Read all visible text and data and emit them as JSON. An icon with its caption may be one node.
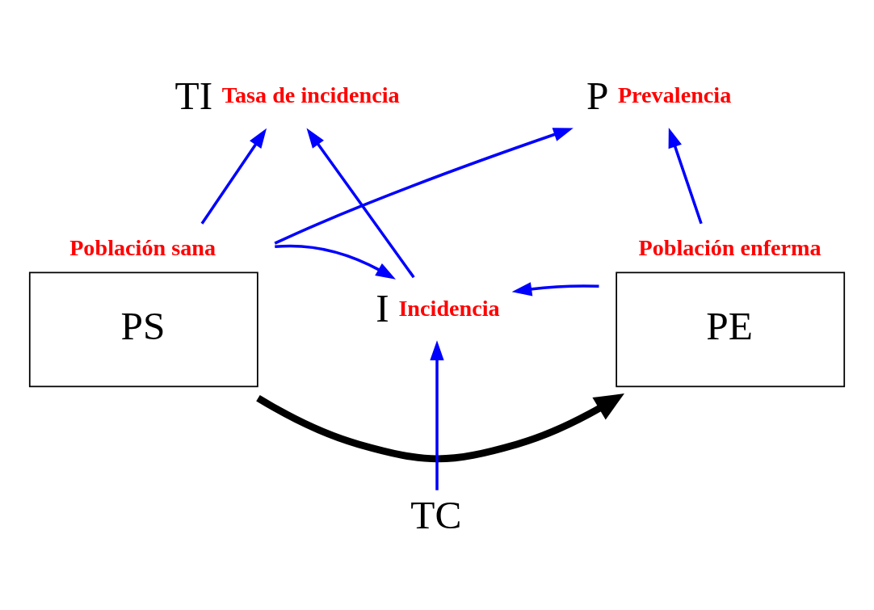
{
  "diagram": {
    "nodes": [
      {
        "text": [
          "TI"
        ],
        "beside": [
          "Tasa de incidencia"
        ]
      },
      {
        "text": [
          "P"
        ],
        "beside": [
          "Prevalencia"
        ]
      },
      {
        "text": [
          "PS"
        ],
        "beside": [
          "Población sana"
        ]
      },
      {
        "text": [
          "I"
        ],
        "beside": [
          "Incidencia"
        ]
      },
      {
        "text": [
          "PE"
        ],
        "beside": [
          "Población enferma"
        ]
      },
      {
        "text": [
          "TC"
        ]
      }
    ],
    "edges": [
      {
        "from": 2,
        "to": 0,
        "arrow": "to"
      },
      {
        "from": 2,
        "to": 1,
        "arrow": "to"
      },
      {
        "from": 3,
        "to": 0,
        "arrow": "to"
      },
      {
        "from": 4,
        "to": 1,
        "arrow": "to"
      },
      {
        "from": 2,
        "to": 4,
        "arrow": "to",
        "style": "thick",
        "color": "#000000"
      },
      {
        "from": 2,
        "to": 3,
        "arrow": "to"
      },
      {
        "from": 4,
        "to": 3,
        "arrow": "to"
      },
      {
        "from": 5,
        "to": 3,
        "arrow": "to"
      }
    ]
  }
}
